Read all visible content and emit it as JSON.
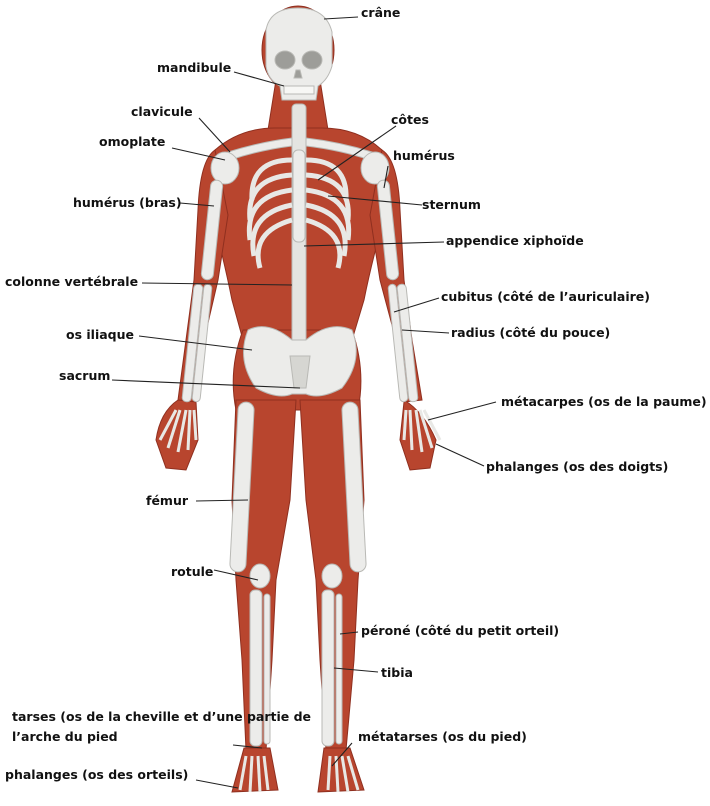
{
  "colors": {
    "muscle": "#b8452e",
    "muscle_dark": "#8f2f1f",
    "bone": "#ececea",
    "bone_shade": "#c9c9c6",
    "leader": "#222222",
    "text": "#111111"
  },
  "labels": {
    "crane": "crâne",
    "mandibule": "mandibule",
    "clavicule": "clavicule",
    "omoplate": "omoplate",
    "cotes": "côtes",
    "humerus_right": "humérus",
    "humerus_bras": "humérus (bras)",
    "sternum": "sternum",
    "appendice": "appendice xiphoïde",
    "colonne": "colonne vertébrale",
    "cubitus": "cubitus (côté de l’auriculaire)",
    "radius": "radius (côté du pouce)",
    "os_iliaque": "os iliaque",
    "sacrum": "sacrum",
    "metacarpes": "métacarpes (os de la paume)",
    "phalanges_doigts": "phalanges (os des doigts)",
    "femur": "fémur",
    "rotule": "rotule",
    "perone": "péroné (côté du petit orteil)",
    "tibia": "tibia",
    "tarses": "tarses (os de la cheville et d’une partie de l’arche du pied",
    "metatarses": "métatarses (os du pied)",
    "phalanges_orteils": "phalanges (os des orteils)"
  }
}
